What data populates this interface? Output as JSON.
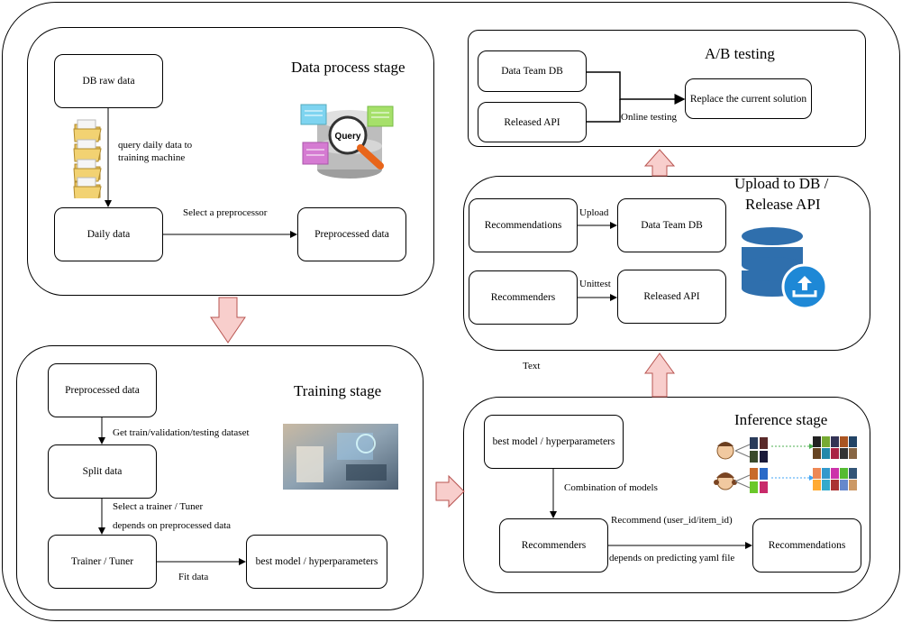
{
  "stages": {
    "data_process": {
      "title": "Data process stage",
      "db_raw": "DB raw data",
      "query_label": "query daily data to\ntraining machine",
      "daily": "Daily data",
      "select_pre": "Select a preprocessor",
      "preprocessed": "Preprocessed data",
      "query_icon": "Query"
    },
    "training": {
      "title": "Training stage",
      "preprocessed": "Preprocessed data",
      "get_dataset": "Get train/validation/testing dataset",
      "split": "Split data",
      "select_trainer": "Select a trainer / Tuner",
      "depends": "depends on preprocessed data",
      "trainer": "Trainer / Tuner",
      "fit": "Fit data",
      "best": "best model / hyperparameters"
    },
    "inference": {
      "title": "Inference stage",
      "best": "best model / hyperparameters",
      "combination": "Combination of  models",
      "recommenders": "Recommenders",
      "recommend": "Recommend (user_id/item_id)",
      "depends_yaml": "depends on  predicting yaml file",
      "recommendations": "Recommendations"
    },
    "upload": {
      "title_line1": "Upload to DB /",
      "title_line2": "Release API",
      "recommendations": "Recommendations",
      "upload": "Upload",
      "data_team_db": "Data Team DB",
      "recommenders": "Recommenders",
      "unittest": "Unittest",
      "released_api": "Released API"
    },
    "ab": {
      "title": "A/B testing",
      "data_team_db": "Data Team DB",
      "released_api": "Released API",
      "online": "Online testing",
      "replace": "Replace the current solution"
    }
  },
  "misc": {
    "text": "Text"
  },
  "colors": {
    "arrow_fill": "#f8cecc",
    "arrow_stroke": "#b85450",
    "db_blue": "#2f6fad",
    "accent_blue": "#1e88d6"
  }
}
